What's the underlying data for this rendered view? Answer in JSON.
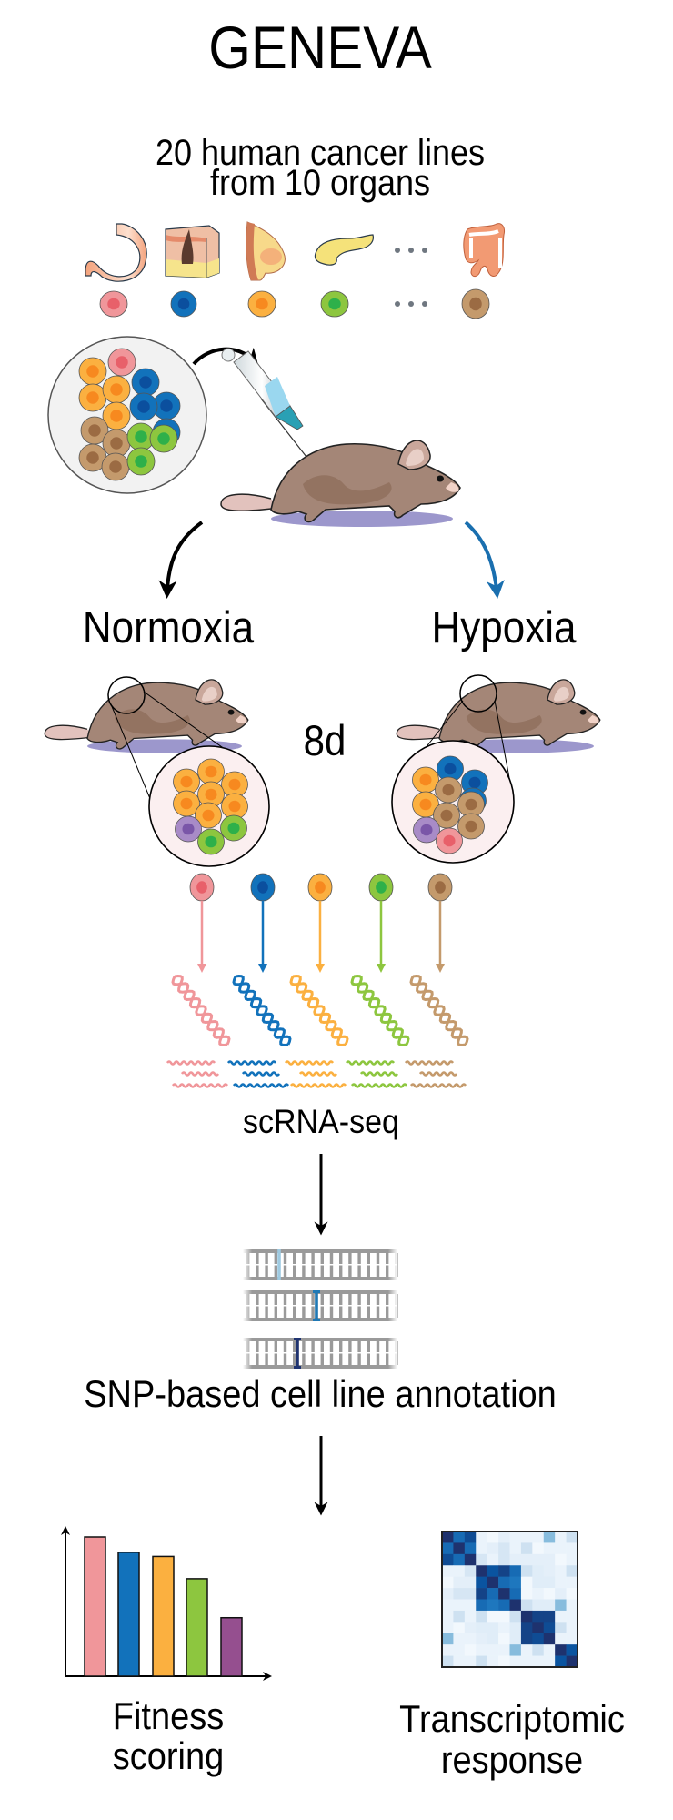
{
  "title": "GENEVA",
  "intro": {
    "line1": "20 human cancer lines",
    "line2": "from 10 organs"
  },
  "organs": [
    {
      "name": "stomach"
    },
    {
      "name": "skin"
    },
    {
      "name": "breast"
    },
    {
      "name": "pancreas"
    },
    {
      "name": "ellipsis"
    },
    {
      "name": "colon"
    }
  ],
  "cell_lines": [
    {
      "name": "line-pink",
      "color": "#f0969a",
      "nucleus": "#e8606a"
    },
    {
      "name": "line-blue",
      "color": "#1272bb",
      "nucleus": "#0b4f9e"
    },
    {
      "name": "line-orange",
      "color": "#fbb040",
      "nucleus": "#f7891f"
    },
    {
      "name": "line-green",
      "color": "#8dc63f",
      "nucleus": "#2eb04a"
    },
    {
      "name": "line-brown",
      "color": "#c49a6c",
      "nucleus": "#9b6b43"
    },
    {
      "name": "line-purple",
      "color": "#a88bc7",
      "nucleus": "#7a56a8"
    }
  ],
  "conditions": {
    "left": "Normoxia",
    "right": "Hypoxia",
    "duration": "8d",
    "left_arrow_color": "#000000",
    "right_arrow_color": "#1a6faf"
  },
  "steps": {
    "scrna": "scRNA-seq",
    "snp": "SNP-based cell line annotation"
  },
  "snp_colors": [
    "#9ecae1",
    "#1f78b4",
    "#1f3370"
  ],
  "outputs": {
    "fitness_line1": "Fitness",
    "fitness_line2": "scoring",
    "transcriptomic_line1": "Transcriptomic",
    "transcriptomic_line2": "response"
  },
  "chart_data": [
    {
      "type": "bar",
      "title": "Fitness scoring",
      "categories": [
        "pink",
        "blue",
        "orange",
        "green",
        "purple"
      ],
      "colors": [
        "#f0969a",
        "#1272bb",
        "#fbb040",
        "#8dc63f",
        "#954f8f"
      ],
      "values": [
        100,
        89,
        86,
        70,
        42
      ],
      "xlabel": "",
      "ylabel": "",
      "ylim": [
        0,
        110
      ]
    },
    {
      "type": "heatmap",
      "title": "Transcriptomic response",
      "matrix": [
        [
          1.0,
          0.7,
          0.85,
          0.05,
          0.02,
          0.08,
          0.05,
          0.05,
          0.05,
          0.4,
          0.05,
          0.2
        ],
        [
          0.7,
          1.0,
          0.7,
          0.05,
          0.08,
          0.15,
          0.05,
          0.2,
          0.02,
          0.05,
          0.05,
          0.05
        ],
        [
          0.85,
          0.7,
          1.0,
          0.15,
          0.05,
          0.15,
          0.08,
          0.08,
          0.08,
          0.08,
          0.02,
          0.05
        ],
        [
          0.05,
          0.05,
          0.15,
          1.0,
          0.8,
          0.9,
          0.7,
          0.2,
          0.1,
          0.08,
          0.05,
          0.2
        ],
        [
          0.02,
          0.08,
          0.08,
          0.8,
          1.0,
          0.7,
          0.65,
          0.02,
          0.1,
          0.1,
          0.05,
          0.05
        ],
        [
          0.08,
          0.15,
          0.15,
          0.9,
          0.7,
          1.0,
          0.7,
          0.02,
          0.05,
          0.02,
          0.08,
          0.02
        ],
        [
          0.05,
          0.05,
          0.05,
          0.7,
          0.65,
          0.7,
          1.0,
          0.2,
          0.1,
          0.1,
          0.4,
          0.05
        ],
        [
          0.05,
          0.2,
          0.05,
          0.2,
          0.02,
          0.02,
          0.2,
          1.0,
          0.9,
          0.9,
          0.05,
          0.05
        ],
        [
          0.05,
          0.02,
          0.08,
          0.1,
          0.1,
          0.05,
          0.1,
          0.9,
          1.0,
          0.85,
          0.2,
          0.05
        ],
        [
          0.4,
          0.05,
          0.05,
          0.08,
          0.1,
          0.02,
          0.1,
          0.9,
          0.85,
          1.0,
          0.05,
          0.05
        ],
        [
          0.05,
          0.05,
          0.02,
          0.05,
          0.05,
          0.05,
          0.4,
          0.05,
          0.2,
          0.05,
          1.0,
          0.8
        ],
        [
          0.2,
          0.05,
          0.05,
          0.2,
          0.05,
          0.02,
          0.05,
          0.05,
          0.05,
          0.05,
          0.8,
          1.0
        ]
      ],
      "colormap": "Blues",
      "range": [
        0,
        1
      ]
    }
  ]
}
